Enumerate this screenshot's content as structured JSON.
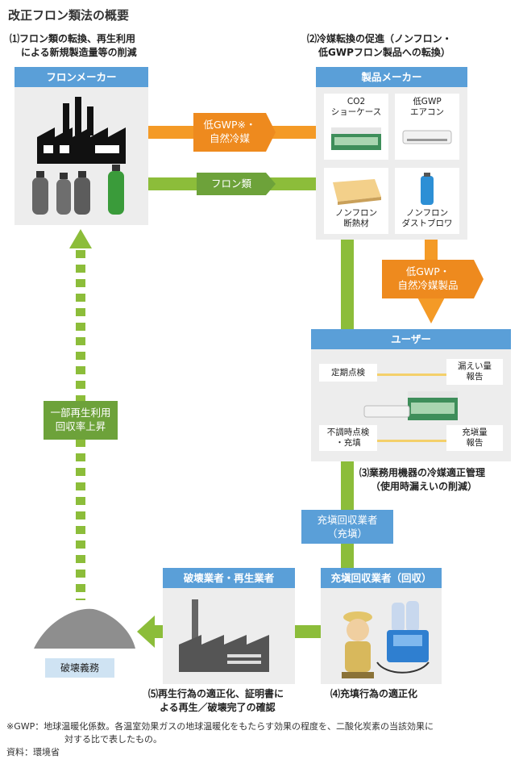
{
  "title": "改正フロン類法の概要",
  "sections": {
    "s1": [
      "⑴フロン類の転換、再生利用",
      "による新規製造量等の削減"
    ],
    "s2": [
      "⑵冷媒転換の促進（ノンフロン・",
      "低GWPフロン製品への転換）"
    ],
    "s3": [
      "⑶業務用機器の冷媒適正管理",
      "（使用時漏えいの削減）"
    ],
    "s4": "⑷充填行為の適正化",
    "s5": [
      "⑸再生行為の適正化、証明書に",
      "よる再生／破壊完了の確認"
    ]
  },
  "boxes": {
    "freon_maker": "フロンメーカー",
    "product_maker": "製品メーカー",
    "user": "ユーザー",
    "collector": "充塡回収業者（回収）",
    "destroyer": "破壊業者・再生業者",
    "destruction_duty": "破壊義務"
  },
  "products": {
    "showcase": [
      "CO2",
      "ショーケース"
    ],
    "aircon": [
      "低GWP",
      "エアコン"
    ],
    "insulation": [
      "ノンフロン",
      "断熱材"
    ],
    "duster": [
      "ノンフロン",
      "ダストブロワ"
    ]
  },
  "user_items": {
    "inspection": "定期点検",
    "leak_report": [
      "漏えい量",
      "報告"
    ],
    "irregular": [
      "不調時点検",
      "・充填"
    ],
    "fill_report": [
      "充塡量",
      "報告"
    ]
  },
  "arrows": {
    "low_gwp": [
      "低GWP※・",
      "自然冷媒"
    ],
    "freon": "フロン類",
    "low_gwp_products": [
      "低GWP・",
      "自然冷媒製品"
    ],
    "filler": [
      "充塡回収業者",
      "（充塡）"
    ],
    "recycle": [
      "一部再生利用",
      "回収率上昇"
    ]
  },
  "footnotes": {
    "gwp": "※GWP：地球温暖化係数。各温室効果ガスの地球温暖化をもたらす効果の程度を、二酸化炭素の当該効果に",
    "gwp2": "対する比で表したもの。",
    "source": "資料：環境省"
  },
  "colors": {
    "header_blue": "#5a9fd8",
    "arrow_orange": "#f49a26",
    "arrow_green": "#8cbd3a",
    "box_gray": "#ededed"
  }
}
